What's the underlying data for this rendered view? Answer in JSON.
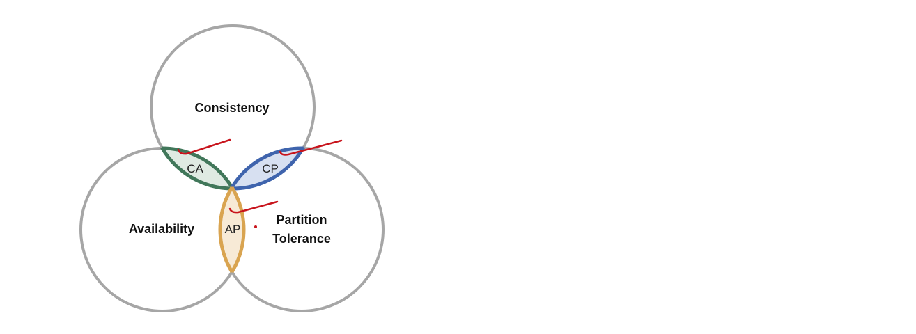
{
  "diagram": {
    "sets": {
      "consistency": "Consistency",
      "availability": "Availability",
      "partition_line1": "Partition",
      "partition_line2": "Tolerance"
    },
    "intersections": {
      "ca": "CA",
      "cp": "CP",
      "ap": "AP"
    }
  },
  "colors": {
    "circle_stroke": "#a6a6a6",
    "ca": "#41775a",
    "ca_fill": "#dfeae2",
    "cp": "#3f64ad",
    "cp_fill": "#d7e0f1",
    "ap": "#d9a450",
    "ap_fill": "#f7ead6",
    "annotation": "#c8141c"
  }
}
